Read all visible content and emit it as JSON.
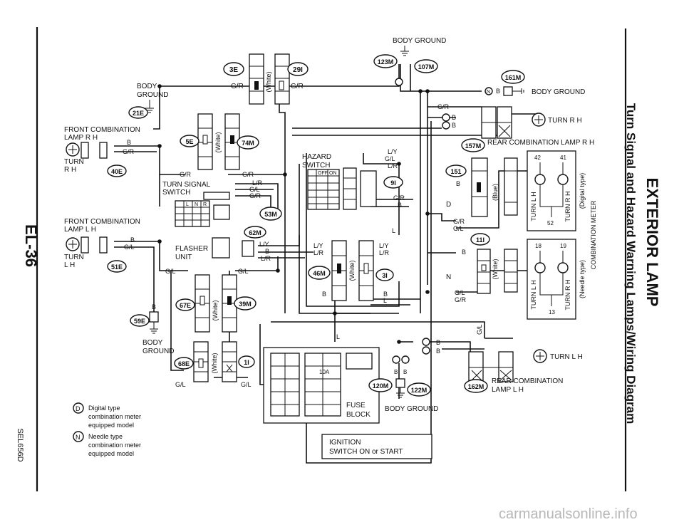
{
  "page": {
    "page_number": "EL-36",
    "section_title": "EXTERIOR LAMP",
    "subtitle": "Turn Signal and Hazard Warning Lamps/Wiring Diagram",
    "figure_code": "SEL656D",
    "watermark": "carmanualsonline.info"
  },
  "connectors": {
    "c3E": "3E",
    "c29I": "29I",
    "c123M": "123M",
    "c107M": "107M",
    "c161M": "161M",
    "c21E": "21E",
    "c5E": "5E",
    "c74M": "74M",
    "c40E": "40E",
    "c157M": "157M",
    "c151": "151",
    "c91": "9I",
    "c53M": "53M",
    "c62M": "62M",
    "c51E": "51E",
    "c111": "11I",
    "c46M": "46M",
    "c3I": "3I",
    "c67E": "67E",
    "c39M": "39M",
    "c59E": "59E",
    "c68E": "68E",
    "c1I": "1I",
    "c120M": "120M",
    "c122M": "122M",
    "c162M": "162M"
  },
  "labels": {
    "body_ground": "BODY GROUND",
    "body": "BODY",
    "ground": "GROUND",
    "front_comb_rh_1": "FRONT COMBINATION",
    "front_comb_rh_2": "LAMP R H",
    "turn": "TURN",
    "rh": "R H",
    "lh": "L H",
    "front_comb_lh_1": "FRONT COMBINATION",
    "front_comb_lh_2": "LAMP L H",
    "turn_signal_switch_1": "TURN SIGNAL",
    "turn_signal_switch_2": "SWITCH",
    "hazard_switch_1": "HAZARD",
    "hazard_switch_2": "SWITCH",
    "flasher_unit_1": "FLASHER",
    "flasher_unit_2": "UNIT",
    "turn_rh": "TURN R H",
    "turn_lh": "TURN L H",
    "rear_comb_rh": "REAR COMBINATION LAMP R H",
    "rear_comb_lh_1": "REAR COMBINATION",
    "rear_comb_lh_2": "LAMP L H",
    "fuse_block_1": "FUSE",
    "fuse_block_2": "BLOCK",
    "fuse_10a": "10A",
    "ignition_1": "IGNITION",
    "ignition_2": "SWITCH ON or START",
    "white": "(White)",
    "blue": "(Blue)",
    "digital_type": "(Digital type)",
    "needle_type": "(Needle type)",
    "comb_meter": "COMBINATION METER",
    "meter_turn_lh": "TURN L H",
    "meter_turn_rh": "TURN R H",
    "off": "OFF",
    "on": "ON",
    "sw_l": "L",
    "sw_n": "N",
    "sw_r": "R",
    "d_letter": "D",
    "n_letter": "N"
  },
  "wires": {
    "g_r": "G/R",
    "g_l": "G/L",
    "b": "B",
    "l_y": "L/Y",
    "l_r": "L/R",
    "l": "L"
  },
  "pins": {
    "p42": "42",
    "p41": "41",
    "p52": "52",
    "p18": "18",
    "p19": "19",
    "p13": "13"
  },
  "legend": [
    {
      "symbol": "D",
      "line1": "Digital type",
      "line2": "combination meter",
      "line3": "equipped model"
    },
    {
      "symbol": "N",
      "line1": "Needle type",
      "line2": "combination meter",
      "line3": "equipped model"
    }
  ]
}
